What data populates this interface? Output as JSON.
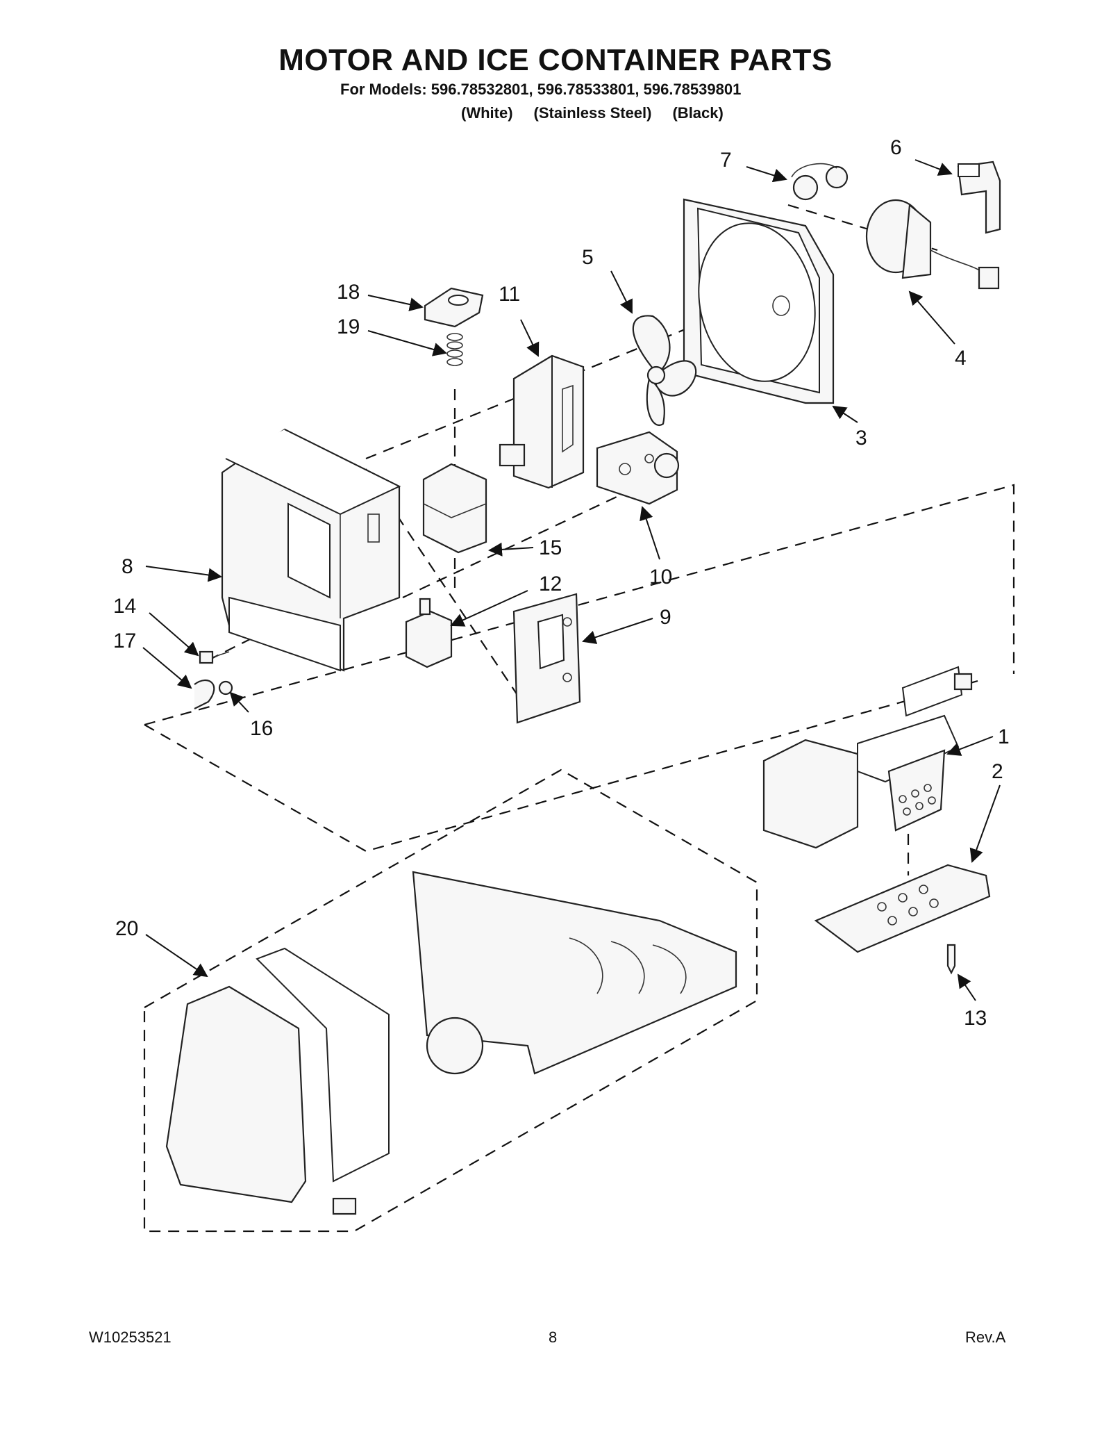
{
  "header": {
    "title": "MOTOR AND ICE CONTAINER PARTS",
    "models_line": "For Models: 596.78532801, 596.78533801, 596.78539801",
    "colors": [
      "(White)",
      "(Stainless Steel)",
      "(Black)"
    ]
  },
  "callouts": [
    "1",
    "2",
    "3",
    "4",
    "5",
    "6",
    "7",
    "8",
    "9",
    "10",
    "11",
    "12",
    "13",
    "14",
    "15",
    "16",
    "17",
    "18",
    "19",
    "20"
  ],
  "footer": {
    "document_number": "W10253521",
    "page_number": "8",
    "revision": "Rev.A"
  }
}
